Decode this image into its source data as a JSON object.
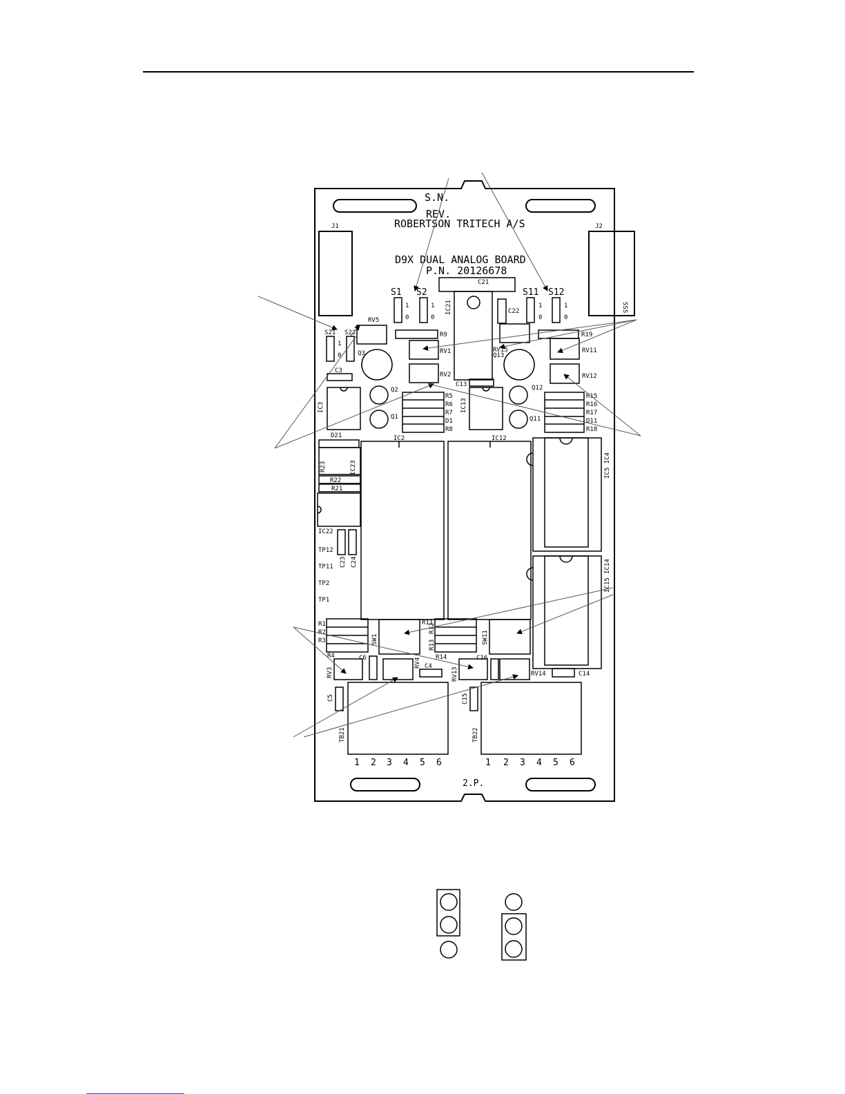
{
  "board": {
    "serial_label": "S.N.",
    "rev_label": "REV.",
    "company": "ROBERTSON TRITECH A/S",
    "name": "D9X DUAL ANALOG BOARD",
    "part_number": "P.N. 20126678",
    "bottom_label": "2.P."
  },
  "connectors": {
    "j1": "J1",
    "j2": "J2",
    "j2_pins": "SSS"
  },
  "switches": [
    "S1",
    "S2",
    "S11",
    "S12",
    "S21",
    "S22"
  ],
  "switch_positions": {
    "one": "1",
    "zero": "0"
  },
  "potentiometers": [
    "RV5",
    "RV1",
    "RV2",
    "RV15",
    "RV11",
    "RV12",
    "RV3",
    "RV4",
    "RV13",
    "RV14"
  ],
  "resistors_left": [
    "R5",
    "R6",
    "R7",
    "D1",
    "R8"
  ],
  "resistors_right": [
    "R15",
    "R16",
    "R17",
    "D11",
    "R18"
  ],
  "resistors_bottom_left": [
    "R1",
    "R2",
    "R3",
    "R4"
  ],
  "resistors_bottom_mid": [
    "R11",
    "R12",
    "R13",
    "R14"
  ],
  "ics": {
    "ic21": "IC21",
    "ic3": "IC3",
    "ic13": "IC13",
    "ic2": "IC2",
    "ic12": "IC12",
    "ic23": "IC23",
    "ic22": "IC22",
    "ic5_ic4": "IC5 IC4",
    "ic15_ic14": "IC15 IC14"
  },
  "capacitors": {
    "c21": "C21",
    "c22": "C22",
    "c3": "C3",
    "c13": "C13",
    "c23": "C23",
    "c24": "C24",
    "c6": "C6",
    "c4": "C4",
    "c16": "C16",
    "c14": "C14",
    "c5": "C5",
    "c15": "C15"
  },
  "transistors": {
    "q3": "Q3",
    "q2": "Q2",
    "q1": "Q1",
    "q13": "Q13",
    "q12": "Q12",
    "q11": "Q11"
  },
  "misc": {
    "r9": "R9",
    "r19": "R19",
    "d21": "D21",
    "r23": "R23",
    "r22": "R22",
    "r21": "R21",
    "sw1": "SW1",
    "sw11": "SW11"
  },
  "test_points": [
    "TP12",
    "TP11",
    "TP2",
    "TP1"
  ],
  "terminal_blocks": {
    "tb21": "TB21",
    "tb22": "TB22",
    "pins": [
      "1",
      "2",
      "3",
      "4",
      "5",
      "6"
    ]
  }
}
